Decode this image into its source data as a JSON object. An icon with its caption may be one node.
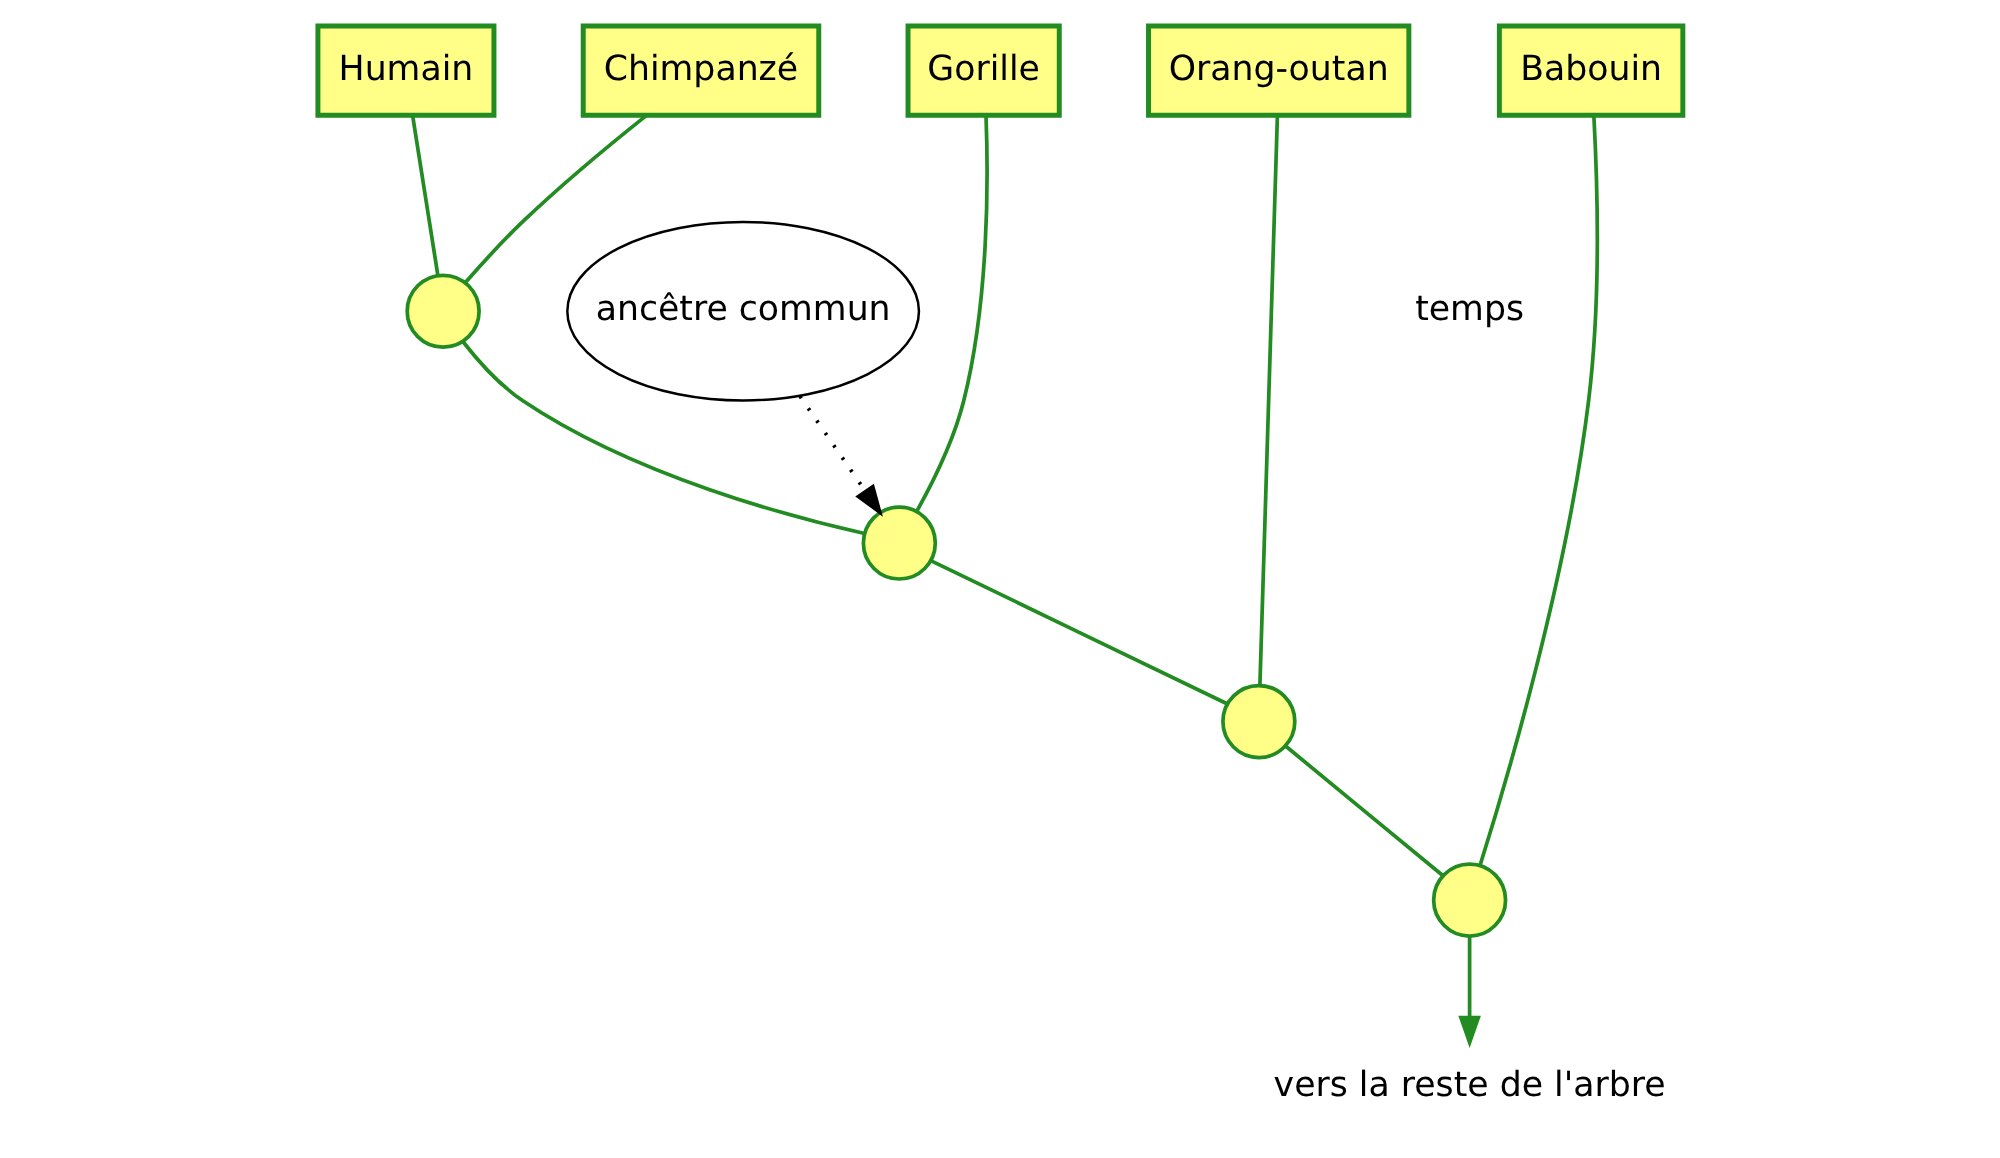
{
  "diagram": {
    "nodes": [
      {
        "text": [
          "Humain"
        ]
      },
      {
        "text": [
          "Chimpanzé"
        ]
      },
      {
        "text": [
          "Gorille"
        ]
      },
      {
        "text": [
          "Orang-outan"
        ]
      },
      {
        "text": [
          "Babouin"
        ]
      },
      {
        "text": [],
        "shape": "circle"
      },
      {
        "text": [],
        "shape": "circle"
      },
      {
        "text": [],
        "shape": "circle"
      },
      {
        "text": [],
        "shape": "circle"
      },
      {
        "text": [
          "ancêtre commun"
        ]
      },
      {
        "text": [
          "vers la reste de l'arbre"
        ]
      }
    ],
    "edges": [
      {
        "from": 0,
        "to": 5,
        "arrow": "none"
      },
      {
        "from": 1,
        "to": 5,
        "arrow": "none"
      },
      {
        "from": 5,
        "to": 6,
        "arrow": "none"
      },
      {
        "from": 2,
        "to": 6,
        "arrow": "none"
      },
      {
        "from": 6,
        "to": 7,
        "arrow": "none"
      },
      {
        "from": 3,
        "to": 7,
        "arrow": "none"
      },
      {
        "from": 7,
        "to": 8,
        "arrow": "none"
      },
      {
        "from": 4,
        "to": 8,
        "arrow": "none"
      },
      {
        "from": 8,
        "to": 10,
        "arrow": "to"
      },
      {
        "from": 9,
        "to": 6,
        "arrow": "to",
        "style": "dashed",
        "color": "#000000"
      }
    ],
    "labels": [
      "temps"
    ]
  }
}
